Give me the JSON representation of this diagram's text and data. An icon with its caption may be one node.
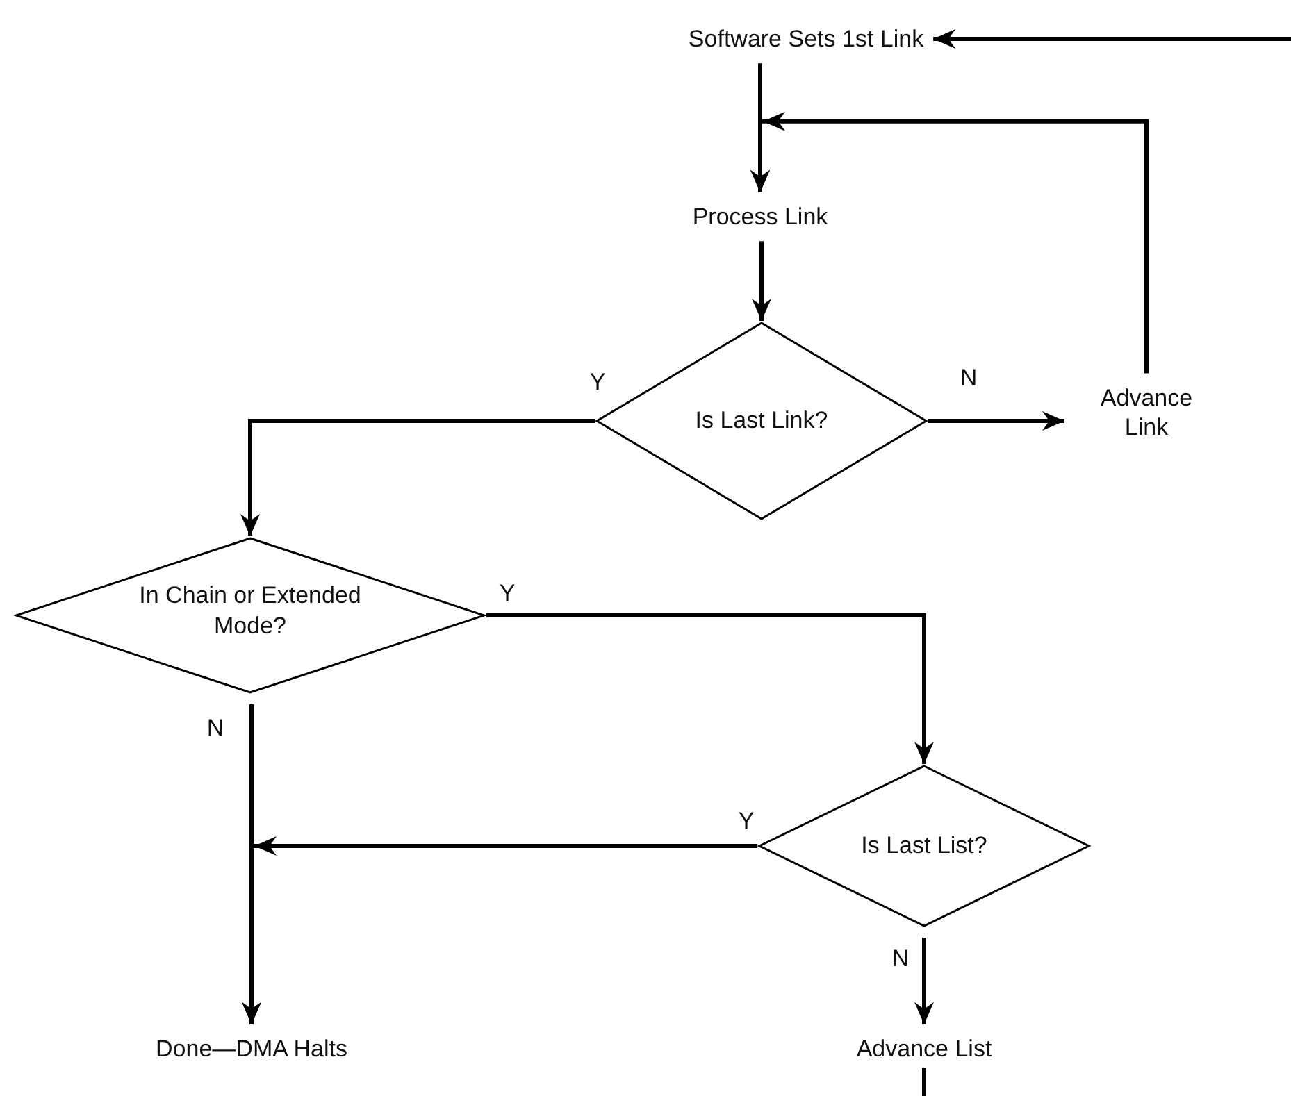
{
  "diagram": {
    "nodes": [
      {
        "text": [
          "Software Sets 1st Link"
        ]
      },
      {
        "text": [
          "Process Link"
        ]
      },
      {
        "text": [
          "Is Last Link?"
        ]
      },
      {
        "text": [
          "Advance Link"
        ]
      },
      {
        "text": [
          "In Chain or Extended Mode?"
        ]
      },
      {
        "text": [
          "Is Last List?"
        ]
      },
      {
        "text": [
          "Done—DMA Halts"
        ]
      },
      {
        "text": [
          "Advance List"
        ]
      }
    ],
    "edges": [
      {
        "from": null,
        "to": 0,
        "arrow": "to"
      },
      {
        "from": 0,
        "to": 1,
        "arrow": "to"
      },
      {
        "from": 1,
        "to": 2,
        "arrow": "to"
      },
      {
        "from": 2,
        "to": 4,
        "arrow": "to",
        "label": "Y"
      },
      {
        "from": 2,
        "to": 3,
        "arrow": "to",
        "label": "N"
      },
      {
        "from": 3,
        "to": 1,
        "arrow": "to"
      },
      {
        "from": 4,
        "to": 5,
        "arrow": "to",
        "label": "Y"
      },
      {
        "from": 4,
        "to": 6,
        "arrow": "to",
        "label": "N"
      },
      {
        "from": 5,
        "to": 6,
        "arrow": "to",
        "label": "Y"
      },
      {
        "from": 5,
        "to": 7,
        "arrow": "to",
        "label": "N"
      },
      {
        "from": 7,
        "to": null,
        "arrow": "none"
      }
    ]
  }
}
